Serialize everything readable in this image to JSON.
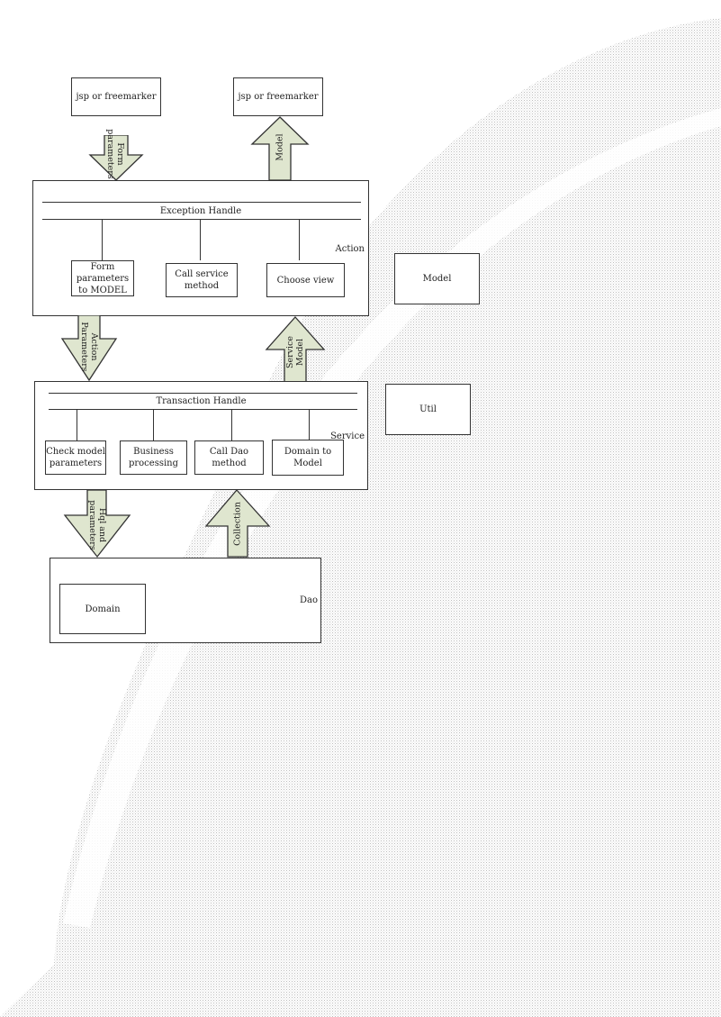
{
  "top_left_box": "jsp or freemarker",
  "top_right_box": "jsp or freemarker",
  "arrow_form_params": "Form\nparameters",
  "arrow_model": "Model",
  "action_layer": {
    "header": "Exception Handle",
    "label": "Action",
    "items": [
      "Form\nparameters\nto MODEL",
      "Call service\nmethod",
      "Choose view"
    ]
  },
  "side_model": "Model",
  "arrow_action_params": "Action\nParameters",
  "arrow_service_model": "Service\nModel",
  "service_layer": {
    "header": "Transaction Handle",
    "label": "Service",
    "items": [
      "Check model\nparameters",
      "Business\nprocessing",
      "Call Dao\nmethod",
      "Domain to\nModel"
    ]
  },
  "side_util": "Util",
  "arrow_hql": "Hql and\nparameters",
  "arrow_collection": "Collection",
  "dao_layer": {
    "label": "Dao",
    "item": "Domain"
  },
  "colors": {
    "arrow_fill": "#dfe6cf",
    "stroke": "#333333",
    "background_pattern": "#c8c8c8"
  }
}
